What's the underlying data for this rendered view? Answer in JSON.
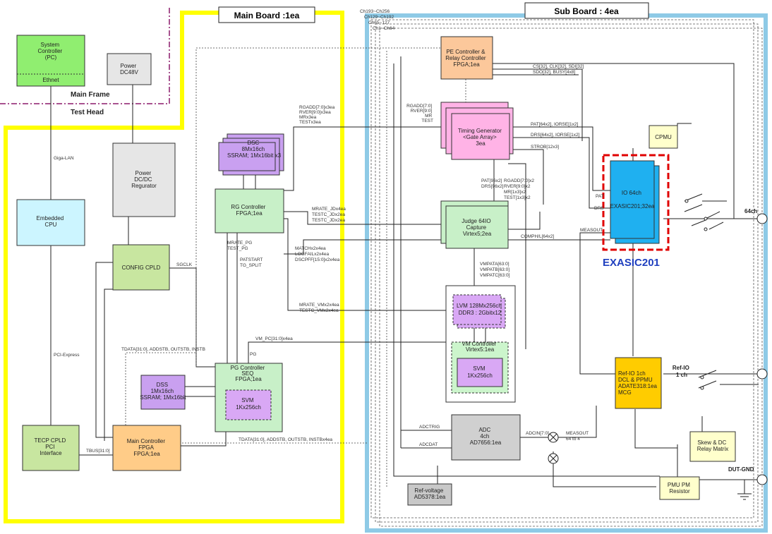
{
  "boards": {
    "main": "Main Board :1ea",
    "sub": "Sub Board : 4ea",
    "ch_tabs": [
      "Ch193~Ch256",
      "Ch129~Ch192",
      "Ch65~127",
      "Ch1~Ch64"
    ]
  },
  "frame": {
    "main_frame": "Main Frame",
    "test_head": "Test Head"
  },
  "blocks": {
    "system_controller": [
      "System",
      "Controller",
      "(PC)"
    ],
    "ethnet": "Ethnet",
    "power_dc48v": [
      "Power",
      "DC48V"
    ],
    "power_regulator": [
      "Power",
      "DC/DC",
      "Regurator"
    ],
    "embedded_cpu": [
      "Embedded",
      "CPU"
    ],
    "tecp_cpld": [
      "TECP CPLD",
      "PCI",
      "Interface"
    ],
    "config_cpld": "CONFIG CPLD",
    "dsc": [
      "DSC",
      "8Mx16ch",
      "SSRAM; 1Mx16bit x3"
    ],
    "rg_controller": [
      "RG Controller",
      "FPGA;1ea"
    ],
    "dss": [
      "DSS",
      "1Mx16ch",
      "SSRAM; 1Mx16bit"
    ],
    "pg_controller": [
      "PG Controller",
      "SEQ",
      "FPGA;1ea"
    ],
    "svm_pg": [
      "SVM",
      "1Kx256ch"
    ],
    "main_controller": [
      "Main Controller",
      "FPGA",
      "FPGA;1ea"
    ],
    "pe_controller": [
      "PE Controller &",
      "Relay Controller",
      "FPGA;1ea"
    ],
    "timing_generator": [
      "Timing Generator",
      "<Gate Array>",
      "3ea"
    ],
    "judge": [
      "Judge 64IO",
      "Capture",
      "Virtex5;2ea"
    ],
    "lvm": [
      "LVM 128Mx256ch",
      "DDR3 : 2Gbitx12"
    ],
    "vm_controller": [
      "VM Controller",
      "Virtex5:1ea"
    ],
    "svm_vm": [
      "SVM",
      "1Kx256ch"
    ],
    "cpmu": "CPMU",
    "io64": [
      "IO 64ch",
      "EXASIC201;32ea"
    ],
    "ref_io": [
      "Ref-IO  1ch",
      "DCL & PPMU",
      "ADATE318:1ea",
      "MCG"
    ],
    "adc": [
      "ADC",
      "4ch",
      "AD7656:1ea"
    ],
    "ref_voltage": [
      "Ref-voltage",
      "AD5378:1ea"
    ],
    "skew_relay": [
      "Skew & DC",
      "Relay Matrix"
    ],
    "pmu_resistor": [
      "PMU PM",
      "Resistor"
    ]
  },
  "callout": "EXASIC201",
  "ports": {
    "ch64": "64ch",
    "refio": [
      "Ref-IO",
      "1 ch"
    ],
    "dutgnd": "DUT-GND"
  },
  "signals": {
    "giga_lan": "Giga-LAN",
    "pci_express": "PCI-Express",
    "sgclk": "SGCLK",
    "tbus": "TBUS[31:0]",
    "tdata_pg": "TDATA[31:0], ADDSTB, OUTSTB, INSTB",
    "tdata_main": "TDATA[31:0], ADDSTB, OUTSTB, INSTBx4ea",
    "rgaddr_rg": [
      "RGADD[7:0]x3ea",
      "RVER[9:0]x3ea",
      "MRx3ea",
      "TESTx3ea"
    ],
    "rgaddr_tg": [
      "RGADD[7:0]",
      "RVER[9:0]",
      "MR",
      "TEST"
    ],
    "mrate_judge": [
      "MRATE_JDx4ea",
      "TESTC_JDx2ea",
      "TESTC_JDx2ea"
    ],
    "matchx": [
      "MATCHx2x4ea",
      "LOGFAILx2x4ea",
      "DSCPFF[15:0]x2x4ea"
    ],
    "mrate_pg": [
      "MRATE_PG",
      "TEST_PG"
    ],
    "patstart": [
      "PATSTART",
      "TG_SPLIT"
    ],
    "mrate_vm": [
      "MRATE_VMx2x4ea",
      "TESTC_VMx2x4ea"
    ],
    "vmpc": "VM_PC[31:0]x4ea",
    "pg": "PG",
    "cs_clk": "CS[32], CLK[32], SDI[32]",
    "sdo_busy": "SDO[32], BUSY[4x8]",
    "pat_tg": "PAT[64x2], IORSE[1x2]",
    "drs_tg": "DRS[64x2], IORSE[1x2]",
    "strob": "STROB[12x3]",
    "pat_drs": [
      "PAT[96x2]",
      "DRS[96x2]"
    ],
    "rgaddr_judge": [
      "RGADD[7:0]x2",
      "RVER[9:0]x2",
      "MR[1x3]x2",
      "TEST[1x3]x2"
    ],
    "comph": "COMPH/L[64x2]",
    "vmpat": [
      "VMPATA[63:0]",
      "VMPATB[63:0]",
      "VMPATC[63:0]"
    ],
    "pat": "PAT",
    "drs": "DRS",
    "measout_io": "MEASOUT",
    "adctrig": "ADCTRIG",
    "adcdat": "ADCDAT",
    "adcin": "ADCIN[7:0]",
    "measout_adc": [
      "MEASOUT",
      "64 to 4"
    ]
  }
}
